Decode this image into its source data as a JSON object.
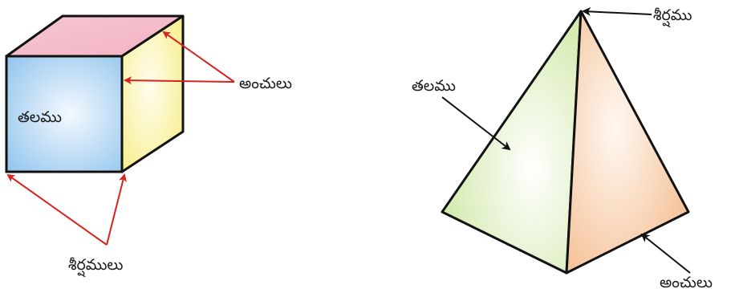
{
  "cube": {
    "face_label": "తలము",
    "edges_label": "అంచులు",
    "vertices_label": "శీర్షములు"
  },
  "pyramid": {
    "apex_label": "శీర్షము",
    "face_label": "తలము",
    "edge_label": "అంచులు"
  },
  "colors": {
    "outline": "#111111",
    "arrow_red": "#d9231f",
    "arrow_black": "#111111",
    "cube_front": "#8fc3ec",
    "cube_top": "#f2b3c3",
    "cube_side": "#f4ec7a",
    "pyramid_left": "#c9e59a",
    "pyramid_right": "#f2b27e"
  }
}
